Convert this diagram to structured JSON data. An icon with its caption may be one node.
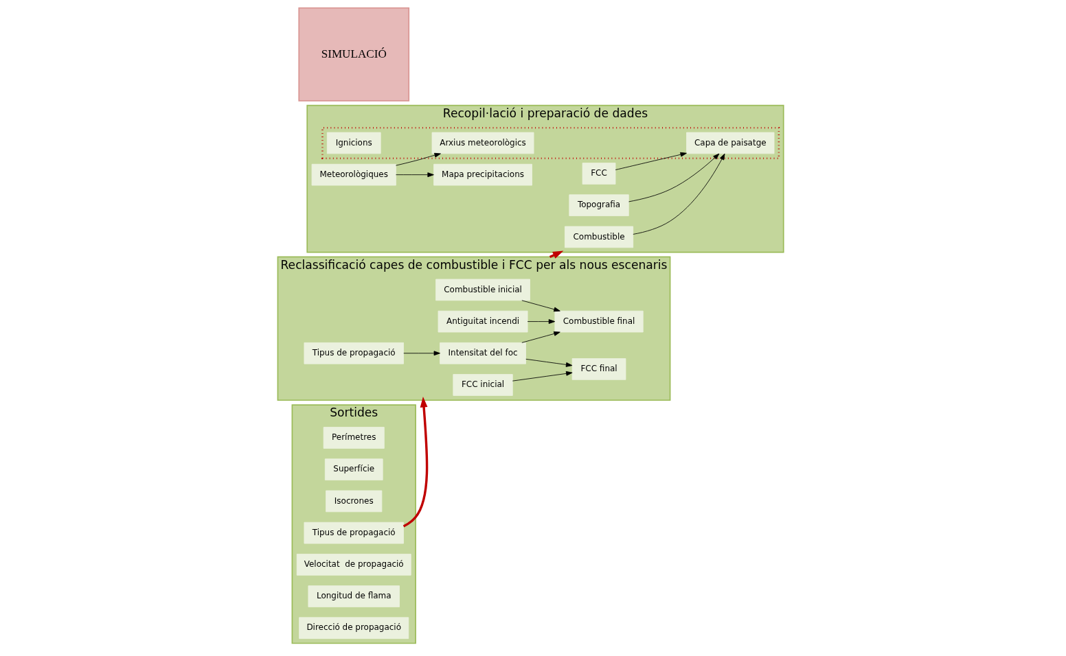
{
  "diagram": {
    "nodes": [
      {
        "text": [
          "Recopil·lació i preparació de dades"
        ]
      },
      {
        "text": [
          "Combustible"
        ],
        "in": 0
      },
      {
        "text": [
          "FCC"
        ],
        "in": 0
      },
      {
        "text": [
          "Topografia"
        ],
        "in": 0
      },
      {
        "text": [],
        "shape": "box",
        "in": 0
      },
      {
        "text": [
          "Capa de paisatge"
        ],
        "in": 4
      },
      {
        "text": [
          "Ignicions"
        ],
        "in": 4
      },
      {
        "text": [
          "Arxius meteorològics"
        ],
        "in": 4
      },
      {
        "text": [
          "Meteorològiques"
        ],
        "in": 0
      },
      {
        "text": [
          "Mapa precipitacions"
        ],
        "in": 0
      },
      {
        "text": [
          "SIMULACIÓ"
        ]
      },
      {
        "text": [
          "Sortides"
        ]
      },
      {
        "text": [
          "Perímetres"
        ],
        "in": 11
      },
      {
        "text": [
          "Superfície"
        ],
        "in": 11
      },
      {
        "text": [
          "Isocrones"
        ],
        "in": 11
      },
      {
        "text": [
          "Tipus de propagació"
        ],
        "in": 11
      },
      {
        "text": [
          "Velocitat  de propagació"
        ],
        "in": 11
      },
      {
        "text": [
          "Longitud de flama"
        ],
        "in": 11
      },
      {
        "text": [
          "Direcció de propagació"
        ],
        "in": 11
      },
      {
        "text": [
          "Reclassificació capes de combustible i FCC per als nous escenaris"
        ]
      },
      {
        "text": [
          "Combustible inicial"
        ],
        "in": 19
      },
      {
        "text": [
          "Antiguitat incendi"
        ],
        "in": 19
      },
      {
        "text": [
          "Intensitat del foc"
        ],
        "in": 19
      },
      {
        "text": [
          "Combustible final"
        ],
        "in": 19
      },
      {
        "text": [
          "Tipus de propagació"
        ],
        "in": 19
      },
      {
        "text": [
          "FCC inicial"
        ],
        "in": 19
      },
      {
        "text": [
          "FCC final"
        ],
        "in": 19
      }
    ],
    "edges": [
      {
        "from": 1,
        "to": 5,
        "arrow": "to"
      },
      {
        "from": 2,
        "to": 5,
        "arrow": "to"
      },
      {
        "from": 3,
        "to": 5,
        "arrow": "to"
      },
      {
        "from": 8,
        "to": 7,
        "arrow": "to"
      },
      {
        "from": 8,
        "to": 9,
        "arrow": "to"
      },
      {
        "from": 15,
        "to": 19,
        "arrow": "to",
        "style": "thick",
        "color": "#c00000"
      },
      {
        "from": 19,
        "to": 0,
        "arrow": "to",
        "style": "thick",
        "color": "#c00000"
      },
      {
        "from": 20,
        "to": 23,
        "arrow": "to"
      },
      {
        "from": 21,
        "to": 23,
        "arrow": "to"
      },
      {
        "from": 22,
        "to": 23,
        "arrow": "to"
      },
      {
        "from": 24,
        "to": 22,
        "arrow": "to"
      },
      {
        "from": 22,
        "to": 26,
        "arrow": "to"
      },
      {
        "from": 25,
        "to": 26,
        "arrow": "to"
      }
    ]
  }
}
